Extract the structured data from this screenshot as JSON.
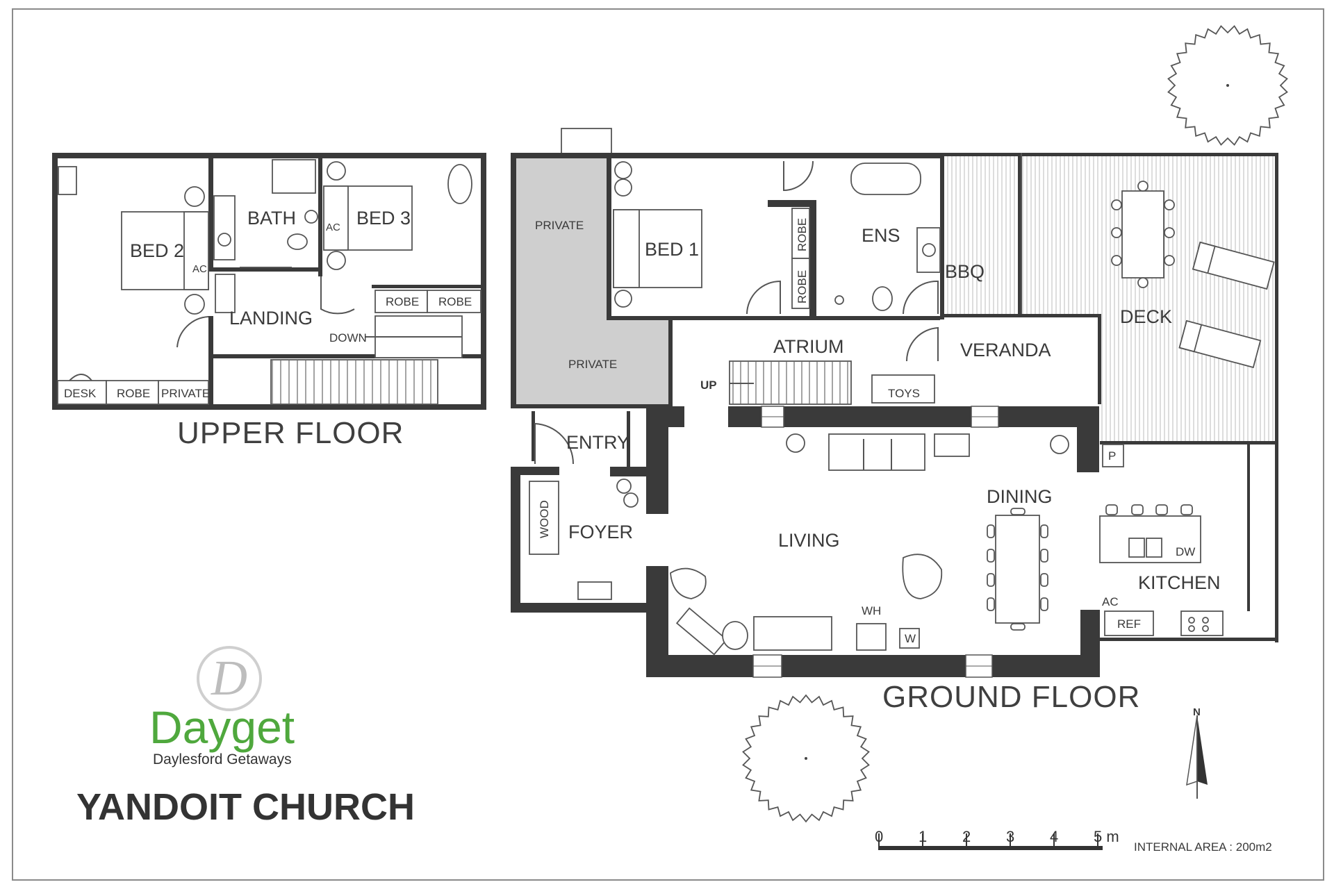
{
  "brand": {
    "monogram": "D",
    "name": "Dayget",
    "tagline": "Daylesford Getaways",
    "accent_color": "#4fa83d"
  },
  "property_name": "YANDOIT CHURCH",
  "floors": {
    "upper": "UPPER FLOOR",
    "ground": "GROUND FLOOR"
  },
  "upper_rooms": {
    "bed2": "BED 2",
    "bath": "BATH",
    "bed3": "BED 3",
    "landing": "LANDING",
    "down": "DOWN",
    "ac1": "AC",
    "ac2": "AC",
    "robe1": "ROBE",
    "robe2": "ROBE",
    "desk": "DESK",
    "robe3": "ROBE",
    "private": "PRIVATE"
  },
  "ground_rooms": {
    "private1": "PRIVATE",
    "private2": "PRIVATE",
    "bed1": "BED 1",
    "robe_a": "ROBE",
    "robe_b": "ROBE",
    "ens": "ENS",
    "bbq": "BBQ",
    "deck": "DECK",
    "veranda": "VERANDA",
    "atrium": "ATRIUM",
    "up": "UP",
    "toys": "TOYS",
    "entry": "ENTRY",
    "foyer": "FOYER",
    "wood": "WOOD",
    "living": "LIVING",
    "dining": "DINING",
    "kitchen": "KITCHEN",
    "p": "P",
    "dw": "DW",
    "ac": "AC",
    "ref": "REF",
    "wh": "WH",
    "w": "W"
  },
  "scale": {
    "ticks": [
      "0",
      "1",
      "2",
      "3",
      "4",
      "5 m"
    ]
  },
  "compass": "N",
  "internal_area": "INTERNAL AREA : 200m2"
}
